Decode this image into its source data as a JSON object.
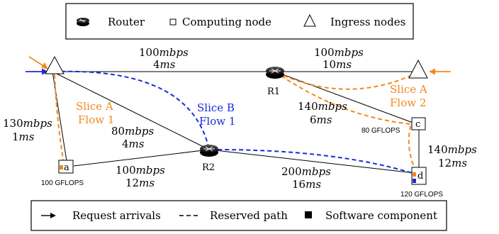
{
  "legend_top": {
    "items": [
      {
        "icon": "router-icon",
        "label": "Router"
      },
      {
        "icon": "square-icon",
        "label": "Computing node"
      },
      {
        "icon": "triangle-icon",
        "label": "Ingress nodes"
      }
    ]
  },
  "legend_bottom": {
    "items": [
      {
        "icon": "arrow-icon",
        "label": "Request arrivals"
      },
      {
        "icon": "dashed-line-icon",
        "label": "Reserved path"
      },
      {
        "icon": "filled-square-icon",
        "label": "Software component"
      }
    ]
  },
  "nodes": {
    "R1": "R1",
    "R2": "R2",
    "a": "a",
    "c": "c",
    "d": "d",
    "a_capacity": "100 GFLOPS",
    "c_capacity": "80 GFLOPS",
    "d_capacity": "120 GFLOPS"
  },
  "links": {
    "top_left": {
      "rate": "100",
      "rate_unit": "mbps",
      "delay": "4",
      "delay_unit": "ms"
    },
    "top_right": {
      "rate": "100",
      "rate_unit": "mbps",
      "delay": "10",
      "delay_unit": "ms"
    },
    "left": {
      "rate": "130",
      "rate_unit": "mbps",
      "delay": "1",
      "delay_unit": "ms"
    },
    "diag_left": {
      "rate": "80",
      "rate_unit": "mbps",
      "delay": "4",
      "delay_unit": "ms"
    },
    "r1_c": {
      "rate": "140",
      "rate_unit": "mbps",
      "delay": "6",
      "delay_unit": "ms"
    },
    "a_r2": {
      "rate": "100",
      "rate_unit": "mbps",
      "delay": "12",
      "delay_unit": "ms"
    },
    "r2_d": {
      "rate": "200",
      "rate_unit": "mbps",
      "delay": "16",
      "delay_unit": "ms"
    },
    "c_d": {
      "rate": "140",
      "rate_unit": "mbps",
      "delay": "12",
      "delay_unit": "ms"
    }
  },
  "slices": {
    "slice_a_flow1": {
      "line1": "Slice A",
      "line2": "Flow 1"
    },
    "slice_b_flow1": {
      "line1": "Slice B",
      "line2": "Flow 1"
    },
    "slice_a_flow2": {
      "line1": "Slice A",
      "line2": "Flow 2"
    }
  },
  "colors": {
    "slice_a": "#f08a1e",
    "slice_b": "#1b2bd6"
  }
}
